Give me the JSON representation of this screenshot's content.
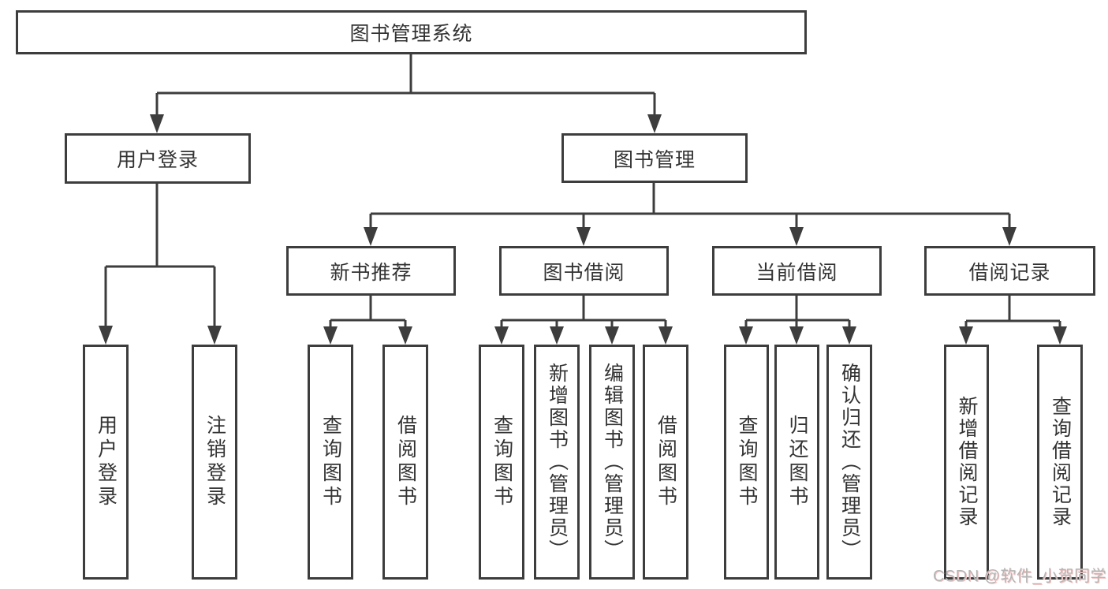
{
  "diagram": {
    "root": {
      "label": "图书管理系统"
    },
    "branches": [
      {
        "label": "用户登录",
        "children": [
          {
            "label": "用户登录"
          },
          {
            "label": "注销登录"
          }
        ]
      },
      {
        "label": "图书管理",
        "children": [
          {
            "label": "新书推荐",
            "children": [
              {
                "label": "查询图书"
              },
              {
                "label": "借阅图书"
              }
            ]
          },
          {
            "label": "图书借阅",
            "children": [
              {
                "label": "查询图书"
              },
              {
                "label": "新增图书（管理员）"
              },
              {
                "label": "编辑图书（管理员）"
              },
              {
                "label": "借阅图书"
              }
            ]
          },
          {
            "label": "当前借阅",
            "children": [
              {
                "label": "查询图书"
              },
              {
                "label": "归还图书"
              },
              {
                "label": "确认归还（管理员）"
              }
            ]
          },
          {
            "label": "借阅记录",
            "children": [
              {
                "label": "新增借阅记录"
              },
              {
                "label": "查询借阅记录"
              }
            ]
          }
        ]
      }
    ]
  },
  "watermark": {
    "text": "CSDN @软件_小贺同学"
  },
  "colors": {
    "line": "#3d3d3d",
    "text": "#333333",
    "background": "#ffffff",
    "watermark_text": "#b5b5b5",
    "watermark_shadow": "#f7c5c5"
  }
}
